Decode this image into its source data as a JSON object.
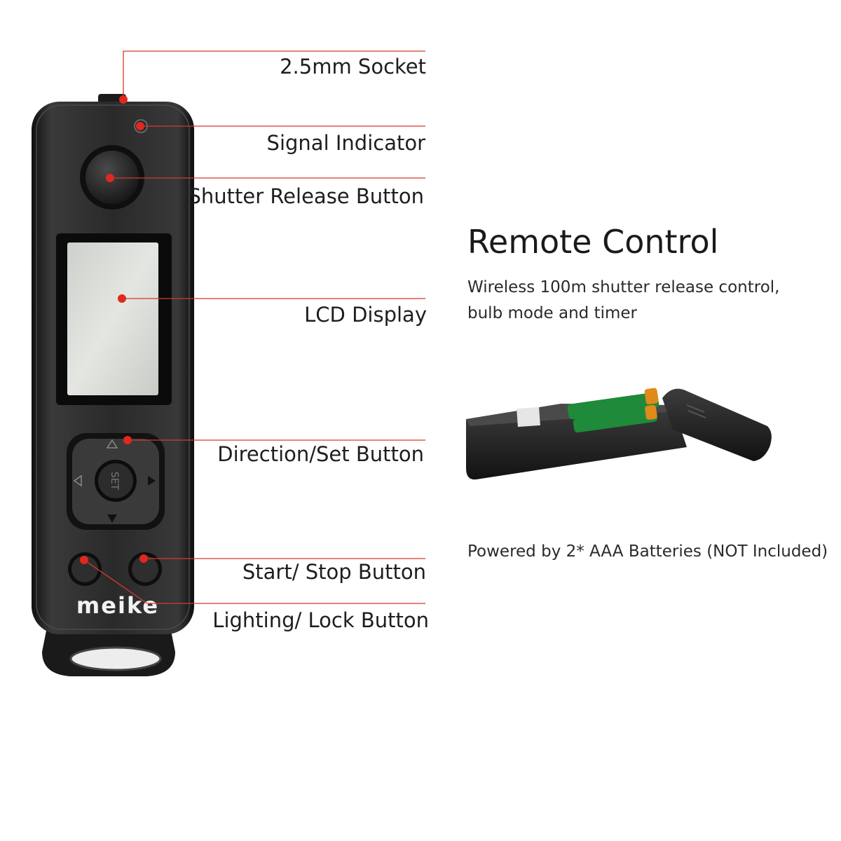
{
  "callouts": {
    "socket": "2.5mm Socket",
    "signal": "Signal Indicator",
    "shutter": "Shutter Release Button",
    "lcd": "LCD Display",
    "direction": "Direction/Set Button",
    "start_stop": "Start/ Stop Button",
    "lighting_lock": "Lighting/ Lock Button"
  },
  "info": {
    "title": "Remote Control",
    "description_line1": "Wireless 100m shutter release control,",
    "description_line2": "bulb mode and timer",
    "power_note": "Powered by 2* AAA Batteries (NOT Included)"
  },
  "device": {
    "brand": "meike",
    "set_label": "SET"
  },
  "colors": {
    "callout_line": "#d43a2f",
    "callout_dot": "#e0281e",
    "device_body": "#222222"
  }
}
